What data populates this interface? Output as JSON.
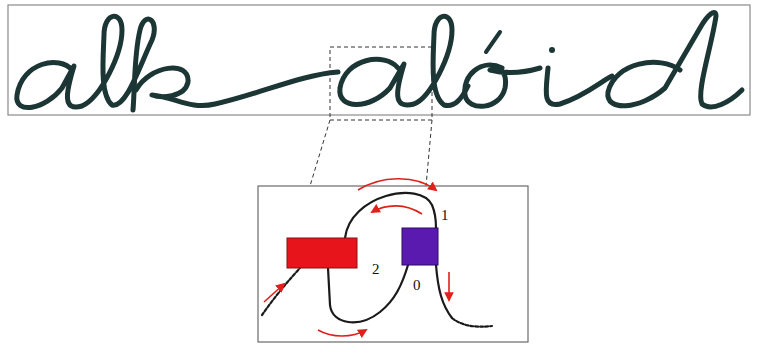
{
  "diagram": {
    "labels": [
      "1",
      "2",
      "0"
    ]
  }
}
